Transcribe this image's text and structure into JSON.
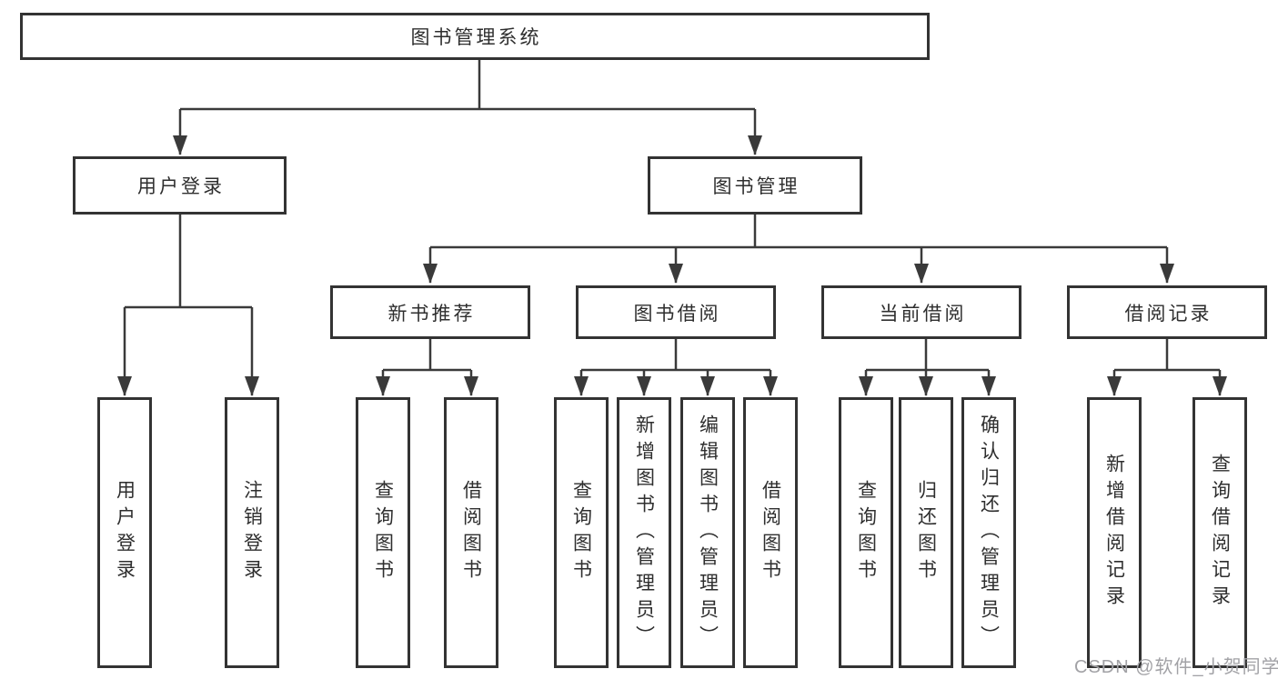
{
  "diagram": {
    "tree": {
      "label": "图书管理系统",
      "children": [
        {
          "label": "用户登录",
          "children": [
            {
              "label": "用户登录"
            },
            {
              "label": "注销登录"
            }
          ]
        },
        {
          "label": "图书管理",
          "children": [
            {
              "label": "新书推荐",
              "children": [
                {
                  "label": "查询图书"
                },
                {
                  "label": "借阅图书"
                }
              ]
            },
            {
              "label": "图书借阅",
              "children": [
                {
                  "label": "查询图书"
                },
                {
                  "label": "新增图书（管理员）"
                },
                {
                  "label": "编辑图书（管理员）"
                },
                {
                  "label": "借阅图书"
                }
              ]
            },
            {
              "label": "当前借阅",
              "children": [
                {
                  "label": "查询图书"
                },
                {
                  "label": "归还图书"
                },
                {
                  "label": "确认归还（管理员）"
                }
              ]
            },
            {
              "label": "借阅记录",
              "children": [
                {
                  "label": "新增借阅记录"
                },
                {
                  "label": "查询借阅记录"
                }
              ]
            }
          ]
        }
      ]
    },
    "colors": {
      "line": "#3a3a3a",
      "box_border": "#333333",
      "text": "#2e2e2e",
      "background": "#ffffff",
      "watermark": "#a2a2a6"
    }
  },
  "watermark": {
    "text": "CSDN @软件_小贺同学"
  }
}
